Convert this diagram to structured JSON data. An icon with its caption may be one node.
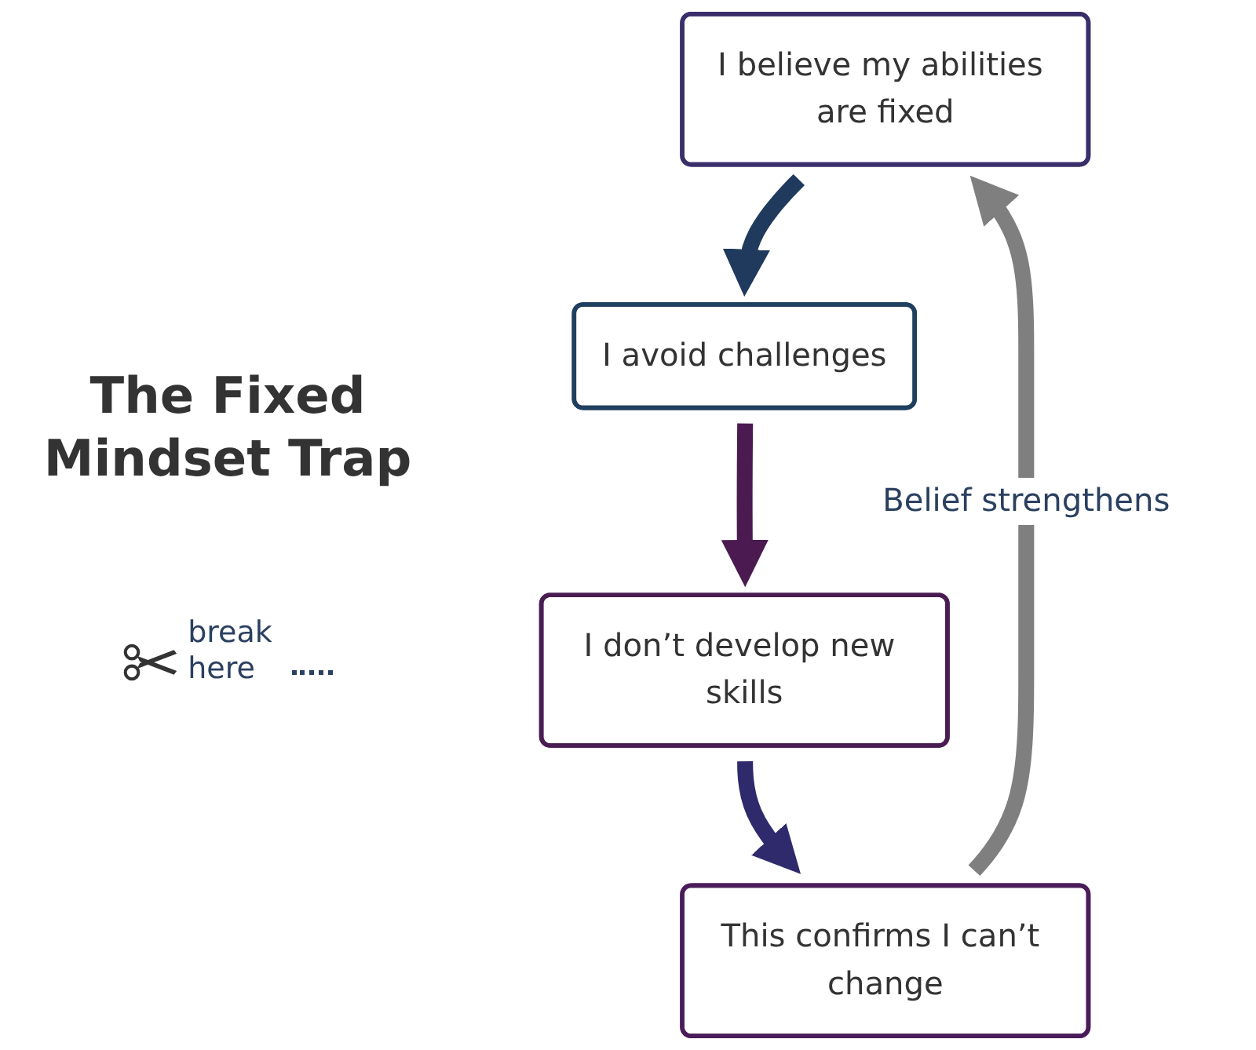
{
  "diagram": {
    "title": "The Fixed Mindset Trap",
    "nodes": [
      {
        "text": [
          "I believe my abilities are fixed"
        ]
      },
      {
        "text": [
          "I avoid challenges"
        ]
      },
      {
        "text": [
          "I don’t develop new skills"
        ]
      },
      {
        "text": [
          "This confirms I can’t change"
        ]
      }
    ],
    "edges": [
      {
        "from": 0,
        "to": 1,
        "arrow": "to",
        "color": "#1f3a5c"
      },
      {
        "from": 1,
        "to": 2,
        "arrow": "to",
        "color": "#4a1a50"
      },
      {
        "from": 2,
        "to": 3,
        "arrow": "to",
        "color": "#2e2a6b"
      },
      {
        "from": 3,
        "to": 0,
        "arrow": "to",
        "label": "Belief strengthens",
        "color": "#7f7f7f"
      }
    ],
    "labels": [
      "break here"
    ]
  }
}
